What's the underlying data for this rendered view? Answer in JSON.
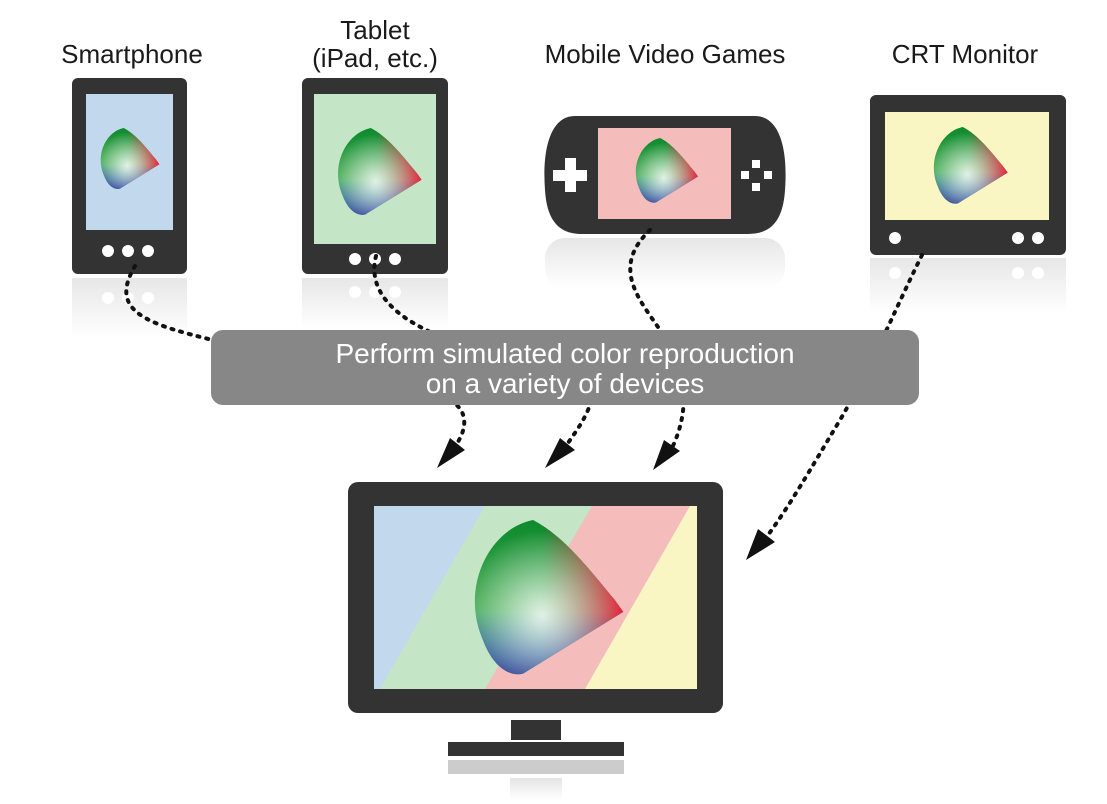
{
  "devices": {
    "smartphone": {
      "label": "Smartphone",
      "color": "#c2d8ec"
    },
    "tablet": {
      "label_line1": "Tablet",
      "label_line2": "(iPad, etc.)",
      "color": "#c5e5c7"
    },
    "games": {
      "label": "Mobile Video Games",
      "color": "#f5bcbc"
    },
    "crt": {
      "label": "CRT Monitor",
      "color": "#faf6c4"
    }
  },
  "banner": {
    "line1": "Perform simulated color reproduction",
    "line2": "on a variety of devices",
    "color": "#878787"
  },
  "colors": {
    "device_body": "#333333",
    "background": "#ffffff"
  }
}
